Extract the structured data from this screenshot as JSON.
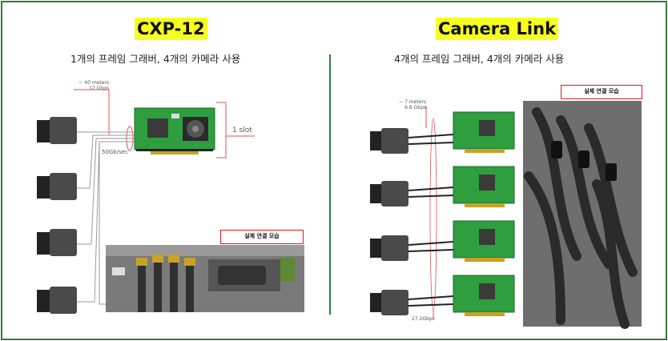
{
  "left": {
    "title": "CXP-12",
    "subtitle": "1개의 프레임 그래버, 4개의 카메라 사용",
    "distance_label_line1": "~ 40 meters",
    "distance_label_line2": "12 Gbps",
    "bandwidth_label": "50Gb/sec",
    "slot_label": "1 slot",
    "photo_label": "실제 연결 모습"
  },
  "right": {
    "title": "Camera Link",
    "subtitle": "4개의 프레임 그래버, 4개의 카메라 사용",
    "distance_label_line1": "~ 7 meters",
    "distance_label_line2": "6.8 Gbps",
    "bandwidth_label": "27.2Gbps",
    "photo_label": "실제 연결 모습"
  },
  "colors": {
    "accent_green": "#2f7d3a",
    "highlight_yellow": "#f6ff1e",
    "annotation_red": "#e01b1b",
    "board_green": "#2e9e3e"
  }
}
